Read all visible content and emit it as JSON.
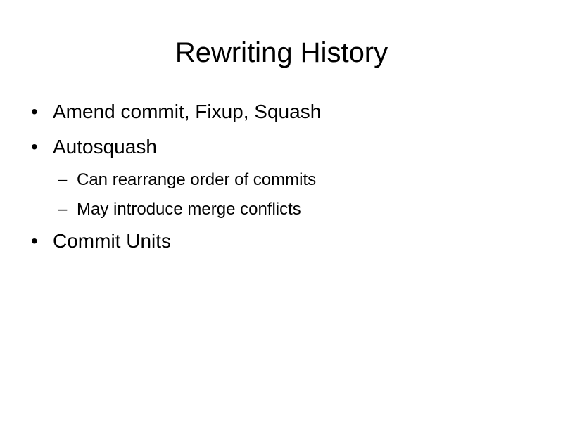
{
  "slide": {
    "title": "Rewriting History",
    "bullets": [
      {
        "marker": "•",
        "text": "Amend commit, Fixup, Squash"
      },
      {
        "marker": "•",
        "text": "Autosquash",
        "subitems": [
          {
            "marker": "–",
            "text": "Can rearrange order of commits"
          },
          {
            "marker": "–",
            "text": "May introduce merge conflicts"
          }
        ]
      },
      {
        "marker": "•",
        "text": "Commit Units"
      }
    ]
  }
}
